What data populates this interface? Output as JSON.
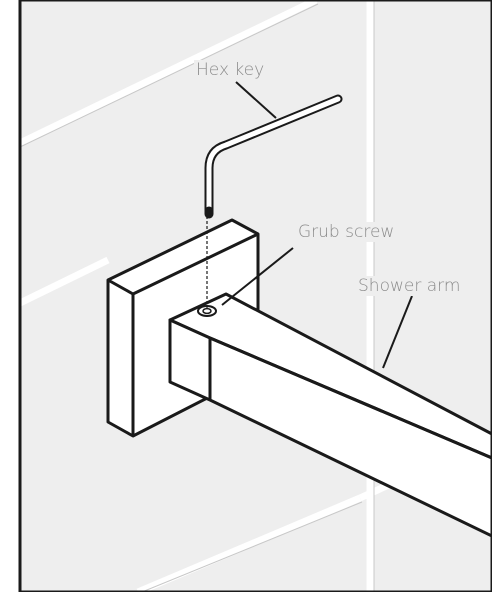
{
  "labels": {
    "hex_key": "Hex key",
    "grub_screw": "Grub screw",
    "shower_arm": "Shower arm"
  },
  "colors": {
    "wall": "#eeeeee",
    "frame": "#1a1a1a",
    "part_fill": "#ffffff",
    "grout": "#ffffff",
    "leader": "#1a1a1a",
    "label_text": "#8a8a8a"
  }
}
